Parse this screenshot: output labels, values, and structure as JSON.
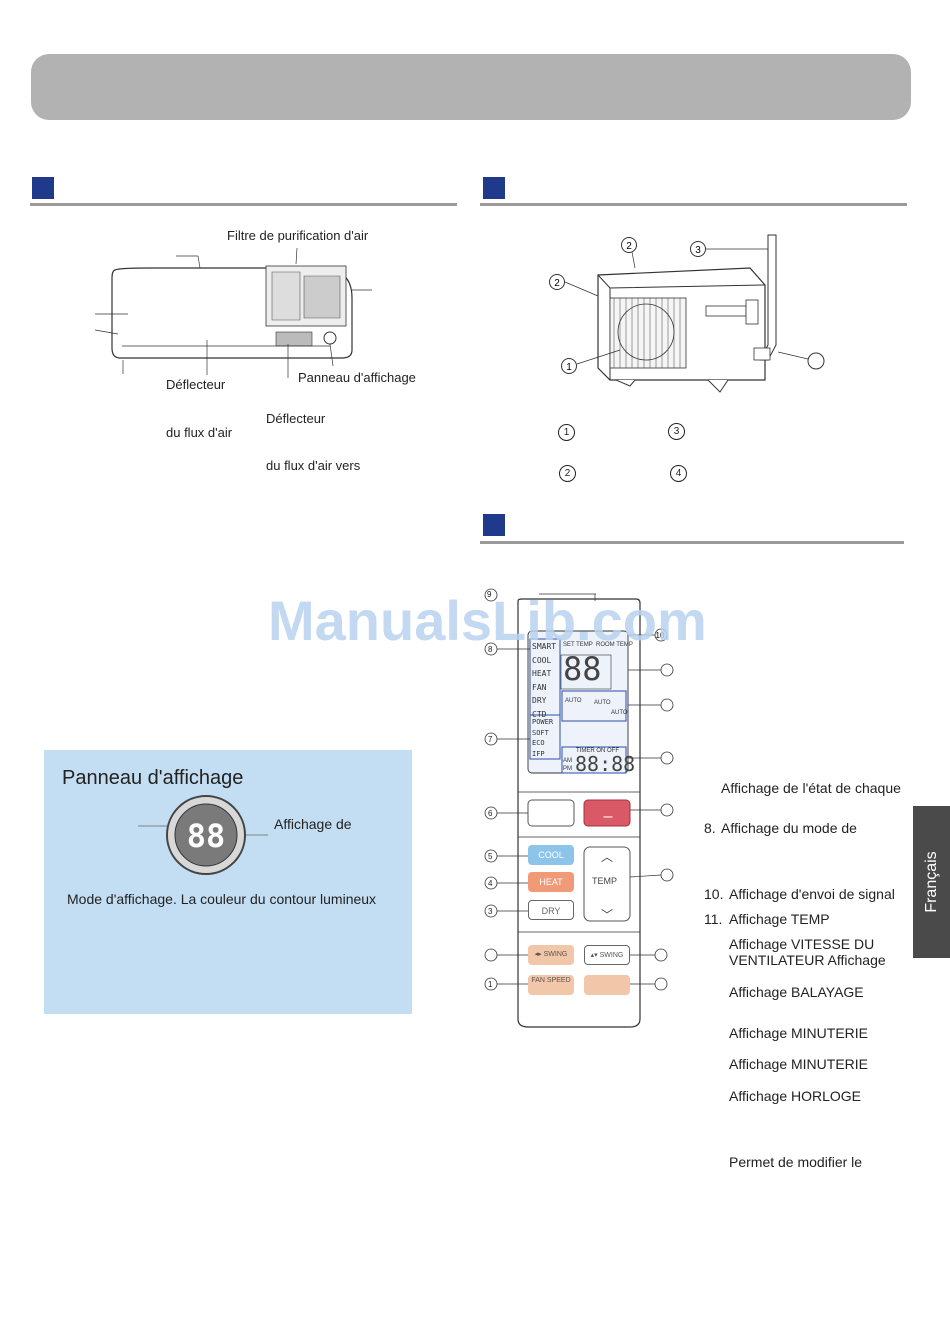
{
  "colors": {
    "section_marker": "#1f3a8a",
    "header_bar": "#b2b2b2",
    "panel_bg": "#c3def2",
    "lang_tab": "#4a4a4a",
    "watermark": "#b9d3ef"
  },
  "watermark": "ManualsLib.com",
  "indoor": {
    "labels": {
      "filter": "Filtre de purification d'air",
      "deflector1": "Déflecteur",
      "display_panel": "Panneau d'affichage",
      "deflector2": "Déflecteur",
      "airflow1": "du flux d'air",
      "airflow2": "du flux d'air vers"
    }
  },
  "outdoor": {
    "markers": [
      "1",
      "2",
      "3",
      "4"
    ]
  },
  "display_panel": {
    "title": "Panneau d'affichage",
    "digits": "88",
    "label_display": "Affichage de",
    "label_mode": "Mode d'affichage. La couleur du contour lumineux"
  },
  "remote": {
    "lcd": {
      "modes": [
        "SMART",
        "COOL",
        "HEAT",
        "FAN",
        "DRY",
        "CTD"
      ],
      "extras": [
        "POWER",
        "SOFT",
        "ECO",
        "IFP"
      ],
      "set_temp": "SET TEMP",
      "room_temp": "ROOM TEMP",
      "temp_digits": "88",
      "auto1": "AUTO",
      "auto2": "AUTO",
      "auto3": "AUTO",
      "timer": "TIMER ON OFF",
      "clock": "88:88",
      "am": "AM",
      "pm": "PM"
    },
    "buttons": {
      "cool": "COOL",
      "heat": "HEAT",
      "dry": "DRY",
      "temp": "TEMP",
      "swing_h": "◂▸ SWING",
      "swing_v": "▴▾ SWING",
      "fan_speed": "FAN SPEED"
    },
    "callouts": [
      "9",
      "10",
      "8",
      "7",
      "6",
      "5",
      "4",
      "3",
      "1"
    ]
  },
  "descriptions": {
    "d1": "Affichage de l'état de chaque",
    "d2_num": "8.",
    "d2": "Affichage du mode de",
    "d3_num": "10.",
    "d3": "Affichage d'envoi de signal",
    "d4_num": "11.",
    "d4": "Affichage TEMP",
    "d5a": "Affichage VITESSE DU",
    "d5b": "VENTILATEUR Affichage",
    "d6": "Affichage BALAYAGE",
    "d7": "Affichage MINUTERIE",
    "d8": "Affichage MINUTERIE",
    "d9": "Affichage HORLOGE",
    "d10": "Permet de modifier le"
  },
  "language_tab": "Français"
}
